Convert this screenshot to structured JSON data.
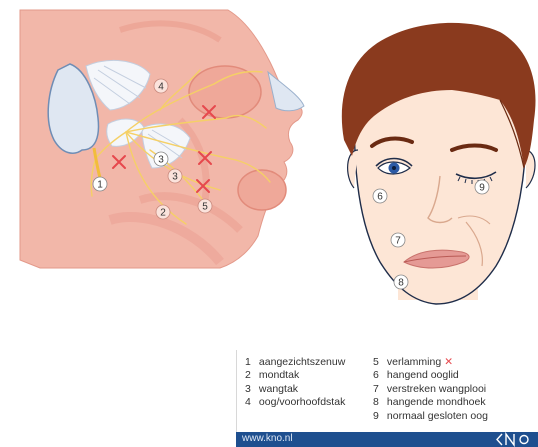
{
  "markers": {
    "m1": "1",
    "m2": "2",
    "m3a": "3",
    "m3b": "3",
    "m4": "4",
    "m5": "5",
    "m6": "6",
    "m7": "7",
    "m8": "8",
    "m9": "9"
  },
  "legend": {
    "left": [
      {
        "num": "1",
        "text": "aangezichtszenuw"
      },
      {
        "num": "2",
        "text": "mondtak"
      },
      {
        "num": "3",
        "text": "wangtak"
      },
      {
        "num": "4",
        "text": "oog/voorhoofdstak"
      }
    ],
    "right": [
      {
        "num": "5",
        "text": "verlamming",
        "symbol": "✕"
      },
      {
        "num": "6",
        "text": "hangend ooglid"
      },
      {
        "num": "7",
        "text": "verstreken wangplooi"
      },
      {
        "num": "8",
        "text": "hangende mondhoek"
      },
      {
        "num": "9",
        "text": "normaal gesloten oog"
      }
    ]
  },
  "footer": {
    "url": "www.kno.nl",
    "logo_icon": "kno-logo-icon",
    "color": "#1e4f8f"
  },
  "colors": {
    "muscle": "#f2b7a9",
    "muscle_dark": "#e99c8d",
    "nerve": "#f5d066",
    "cross": "#e6484d",
    "skin": "#fde6d6",
    "hair": "#8a3a1e",
    "iris": "#2c5aa5"
  }
}
